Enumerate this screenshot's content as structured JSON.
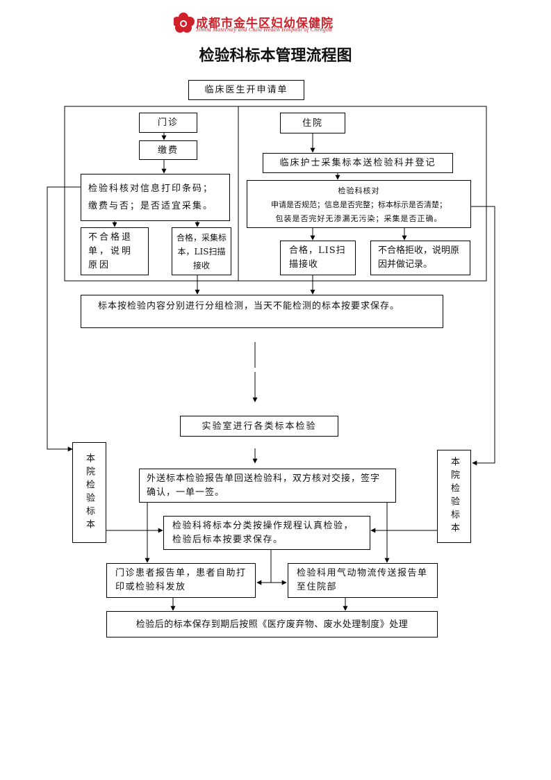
{
  "header": {
    "hospital_name": "成都市金牛区妇幼保健院",
    "hospital_name_en": "Jinniu Maternity and Child Health Hospital of Chengdu",
    "brand_color": "#d0202a"
  },
  "title": "检验科标本管理流程图",
  "nodes": {
    "start": "临床医生开申请单",
    "outpatient": "门诊",
    "payment": "缴费",
    "outpatient_check": "检验科核对信息打印条码；缴费与否；是否适宜采集。",
    "outpatient_reject": "不合格退单，说明原因",
    "outpatient_accept": "合格，采集标本，LIS扫描接收",
    "inpatient": "住院",
    "nurse_collect": "临床护士采集标本送检验科并登记",
    "inpatient_check_title": "检验科核对",
    "inpatient_check_line1": "申请是否规范；信息是否完整；标本标示是否清楚；",
    "inpatient_check_line2": "包装是否完好无渗漏无污染；采集是否正确。",
    "inpatient_accept": "合格，LIS扫描接收",
    "inpatient_reject": "不合格拒收，说明原因并做记录。",
    "group_test": "标本按检验内容分别进行分组检测，当天不能检测的标本按要求保存。",
    "lab_test": "实验室进行各类标本检验",
    "left_side": "本院检验标本",
    "right_side": "本院检验标本",
    "external": "外送标本检验报告单回送检验科，双方核对交接，签字确认，一单一签。",
    "classify": "检验科将标本分类按操作规程认真检验，检验后标本按要求保存。",
    "outpatient_report": "门诊患者报告单，患者自助打印或检验科发放",
    "inpatient_report": "检验科用气动物流传送报告单至住院部",
    "final": "检验后的标本保存到期后按照《医疗废弃物、废水处理制度》处理"
  }
}
